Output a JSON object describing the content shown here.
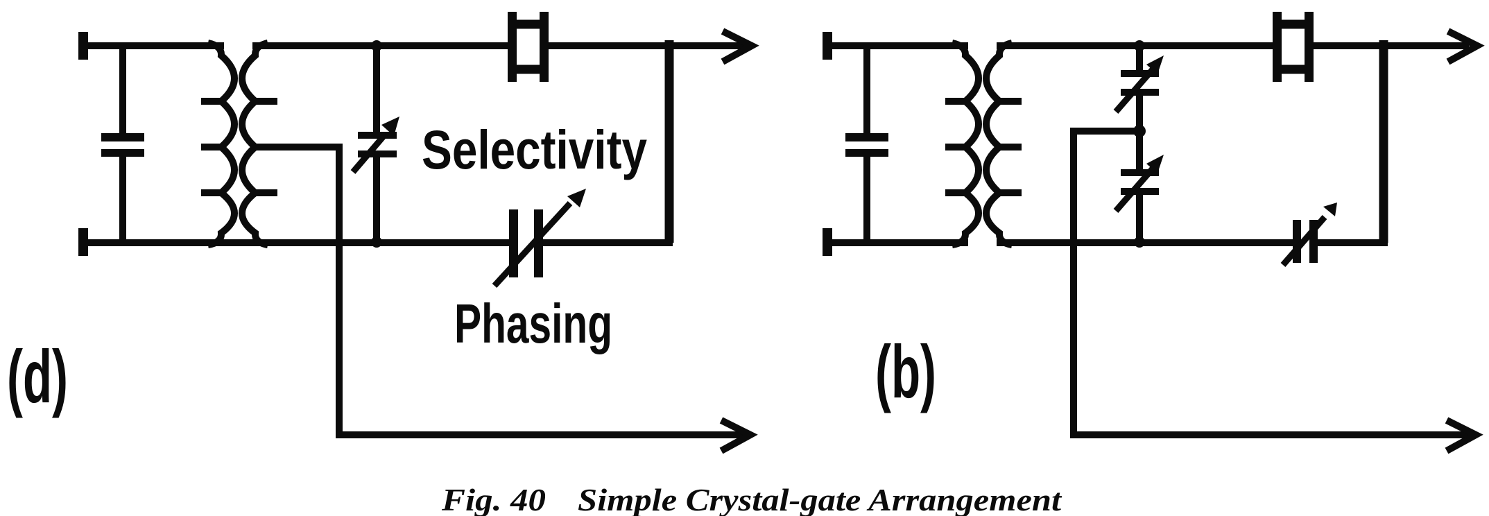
{
  "figure": {
    "caption": {
      "fig_label": "Fig. 40",
      "title": "Simple Crystal-gate Arrangement"
    },
    "circuit_a": {
      "label": "(d)",
      "selectivity_label": "Selectivity",
      "phasing_label": "Phasing"
    },
    "circuit_b": {
      "label": "(b)"
    }
  },
  "colors": {
    "ink": "#0b0b0b",
    "background": "#ffffff"
  }
}
